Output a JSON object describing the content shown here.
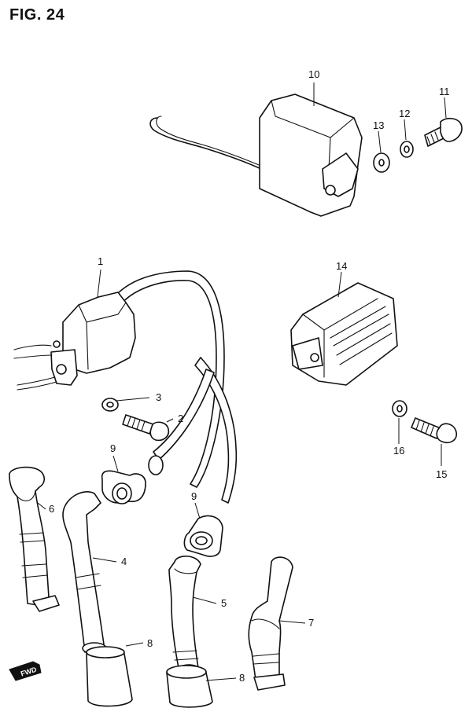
{
  "figure": {
    "title": "FIG. 24"
  },
  "callouts": {
    "c1": "1",
    "c2": "2",
    "c3": "3",
    "c4": "4",
    "c5": "5",
    "c6": "6",
    "c7": "7",
    "c8a": "8",
    "c8b": "8",
    "c9a": "9",
    "c9b": "9",
    "c10": "10",
    "c11": "11",
    "c12": "12",
    "c13": "13",
    "c14": "14",
    "c15": "15",
    "c16": "16"
  },
  "direction_marker": {
    "text": "FWD"
  }
}
